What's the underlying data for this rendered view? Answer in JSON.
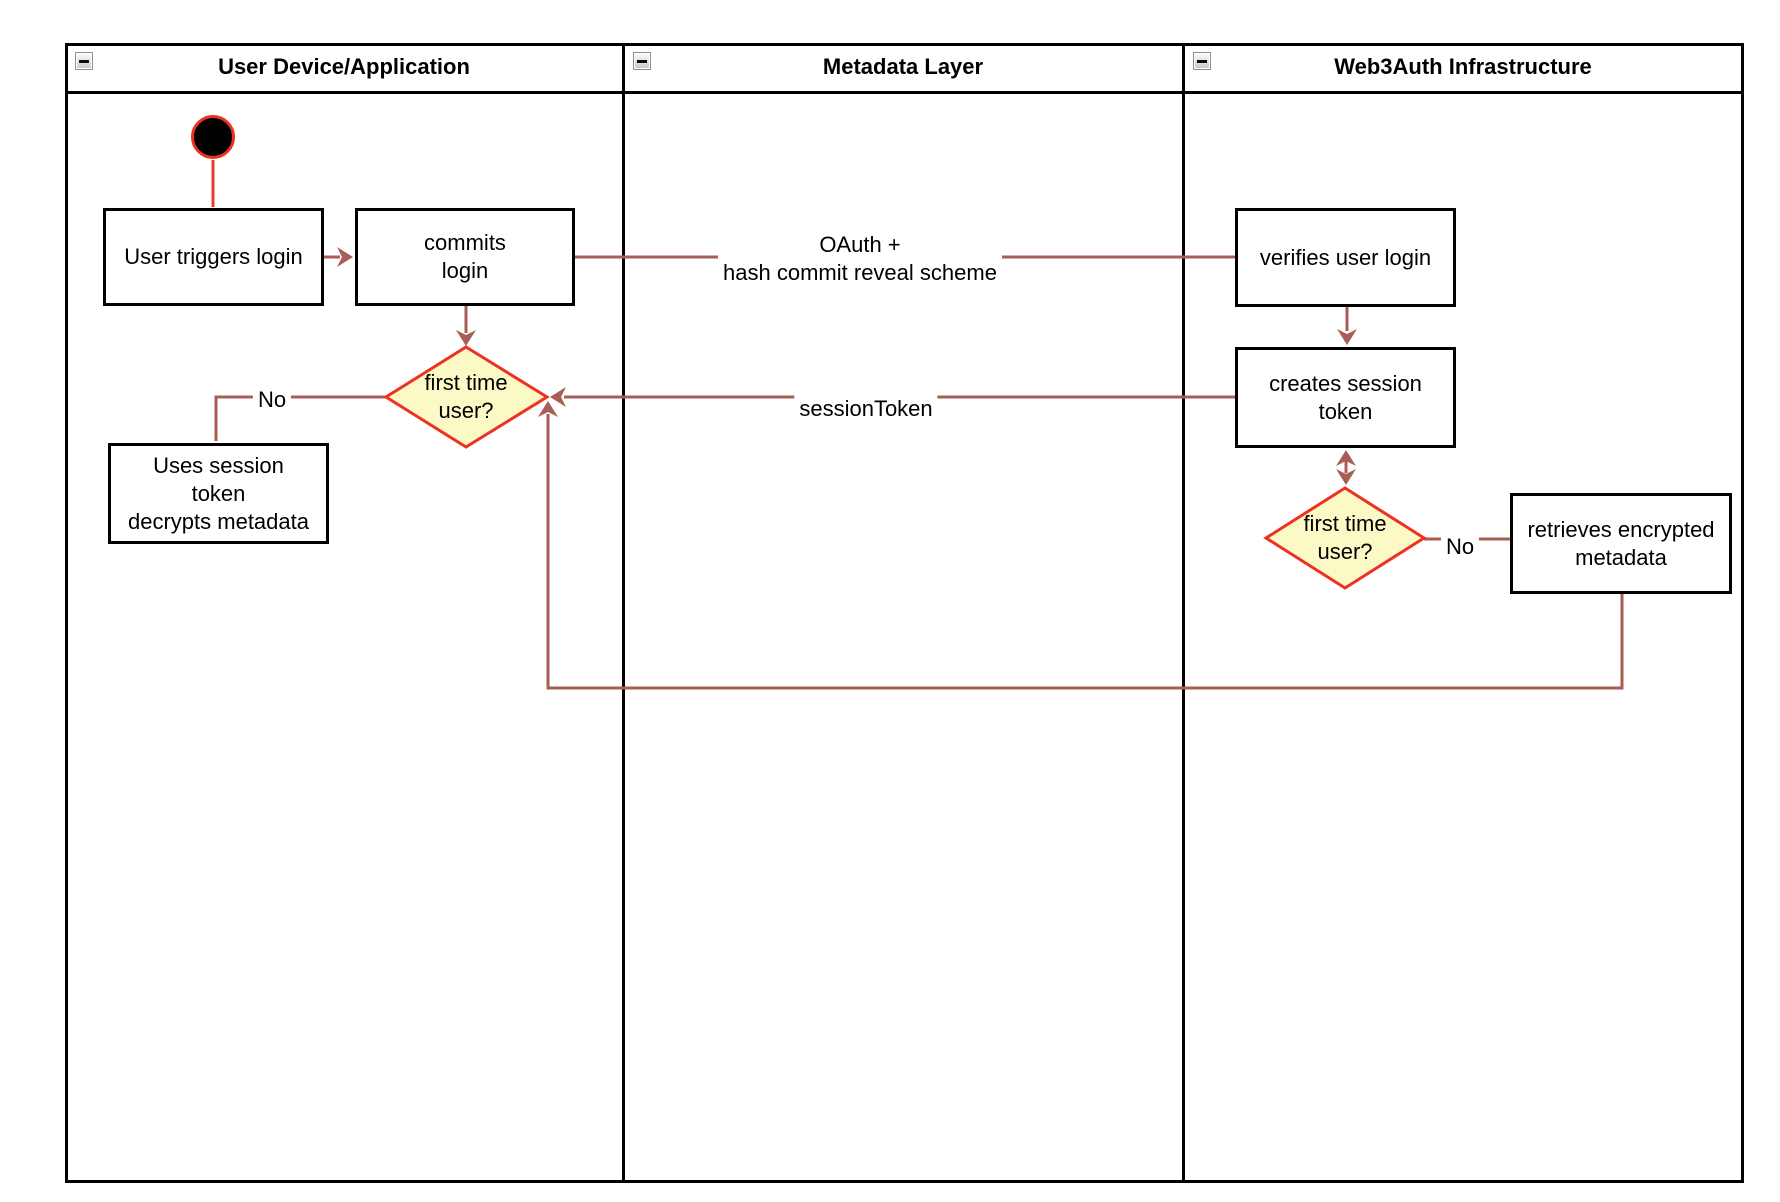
{
  "diagram": {
    "lanes": [
      {
        "title": "User Device/Application"
      },
      {
        "title": "Metadata Layer"
      },
      {
        "title": "Web3Auth Infrastructure"
      }
    ],
    "nodes": {
      "user_triggers_login": {
        "label": "User triggers login"
      },
      "commits_login": {
        "label": "commits\nlogin"
      },
      "first_time_user_left": {
        "label": "first time\nuser?"
      },
      "uses_session_token": {
        "label": "Uses session\ntoken\ndecrypts metadata"
      },
      "verifies_user_login": {
        "label": "verifies user login"
      },
      "creates_session_token": {
        "label": "creates session\ntoken"
      },
      "first_time_user_right": {
        "label": "first time\nuser?"
      },
      "retrieves_encrypted_metadata": {
        "label": "retrieves encrypted\nmetadata"
      }
    },
    "edge_labels": {
      "oauth": "OAuth +\nhash commit reveal scheme",
      "session_token": "sessionToken",
      "no_left": "No",
      "no_right": "No"
    },
    "icons": {
      "lane_collapse": "minus-square-icon"
    }
  },
  "colors": {
    "connector": "#a85d56",
    "decision_fill": "#fbf9c5",
    "decision_border": "#ee3120",
    "start_fill": "#000000",
    "start_border": "#ee3120",
    "start_edge": "#e2402b",
    "node_border": "#000000",
    "node_fill": "#ffffff",
    "lane_border": "#000000",
    "text": "#000000"
  }
}
